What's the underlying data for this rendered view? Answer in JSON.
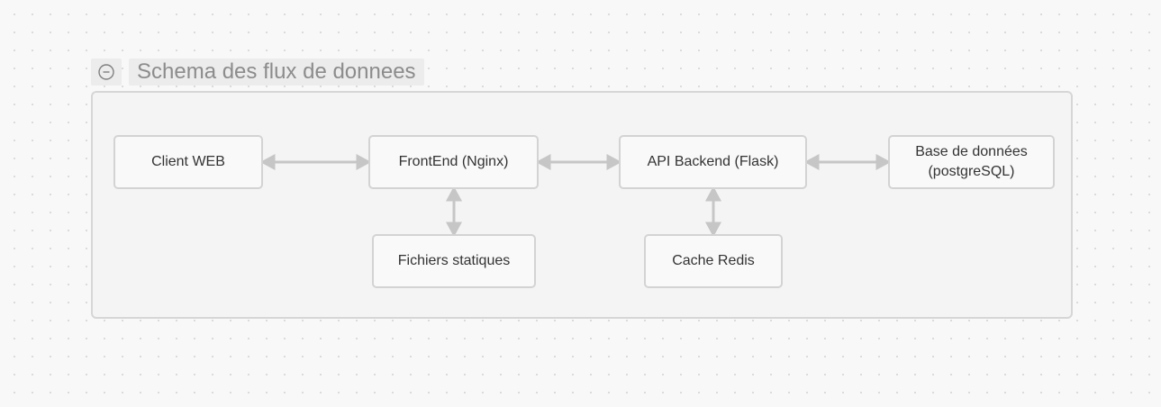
{
  "diagram": {
    "group": {
      "title": "Schema des flux de donnees",
      "toggle_icon": "collapse-minus-icon"
    },
    "nodes": [
      {
        "id": "client",
        "label": "Client WEB"
      },
      {
        "id": "frontend",
        "label": "FrontEnd (Nginx)"
      },
      {
        "id": "api",
        "label": "API Backend (Flask)"
      },
      {
        "id": "db",
        "label": "Base de données (postgreSQL)"
      },
      {
        "id": "static",
        "label": "Fichiers statiques"
      },
      {
        "id": "cache",
        "label": "Cache Redis"
      }
    ],
    "edges": [
      {
        "from": "client",
        "to": "frontend",
        "direction": "both"
      },
      {
        "from": "frontend",
        "to": "api",
        "direction": "both"
      },
      {
        "from": "api",
        "to": "db",
        "direction": "both"
      },
      {
        "from": "frontend",
        "to": "static",
        "direction": "both"
      },
      {
        "from": "api",
        "to": "cache",
        "direction": "both"
      }
    ],
    "colors": {
      "edge": "#c6c6c6",
      "node_border": "#d3d3d3",
      "group_border": "#d6d6d6",
      "title_text": "#8c8c8c"
    }
  }
}
